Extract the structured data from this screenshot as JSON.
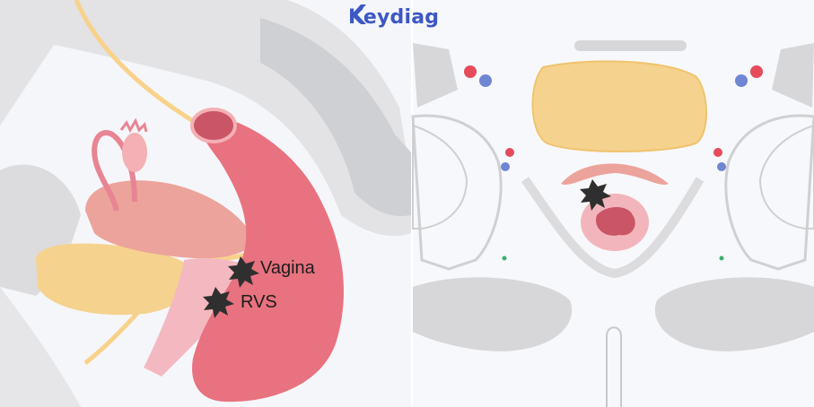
{
  "brand": {
    "name": "Keydiag",
    "color": "#3d57c5",
    "icon": "keydiag-chevron-logo"
  },
  "annotations": {
    "vagina": "Vagina",
    "rvs": "RVS"
  },
  "colors": {
    "rectum": "#e8727f",
    "bladder": "#f5d28e",
    "uterus": "#eca39b",
    "bone": "#d9d9d9",
    "lesion": "#2f2f2f",
    "ureter": "#f8d28b",
    "artery": "#e64b5a",
    "vein": "#6f86d4"
  }
}
